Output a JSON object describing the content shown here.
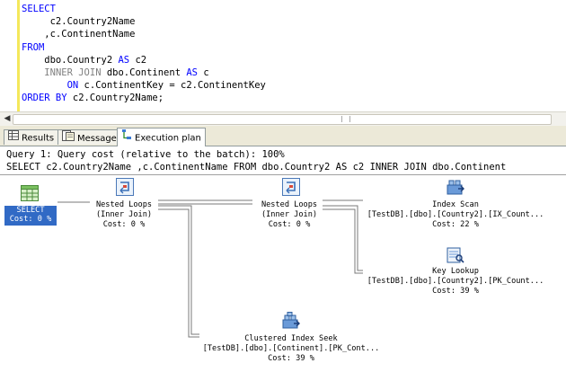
{
  "editor": {
    "lines": [
      [
        {
          "t": "SELECT",
          "c": "kw"
        }
      ],
      [
        {
          "t": "     c2.Country2Name",
          "c": ""
        }
      ],
      [
        {
          "t": "    ,c.ContinentName",
          "c": ""
        }
      ],
      [
        {
          "t": "FROM",
          "c": "kw"
        }
      ],
      [
        {
          "t": "    dbo.Country2 ",
          "c": ""
        },
        {
          "t": "AS",
          "c": "kw"
        },
        {
          "t": " c2",
          "c": ""
        }
      ],
      [
        {
          "t": "    ",
          "c": ""
        },
        {
          "t": "INNER JOIN",
          "c": "gray"
        },
        {
          "t": " dbo.Continent ",
          "c": ""
        },
        {
          "t": "AS",
          "c": "kw"
        },
        {
          "t": " c",
          "c": ""
        }
      ],
      [
        {
          "t": "        ",
          "c": ""
        },
        {
          "t": "ON",
          "c": "kw"
        },
        {
          "t": " c.ContinentKey = c2.ContinentKey",
          "c": ""
        }
      ],
      [
        {
          "t": "ORDER BY",
          "c": "kw"
        },
        {
          "t": " c2.Country2Name;",
          "c": ""
        }
      ]
    ]
  },
  "tabs": {
    "results": "Results",
    "messages": "Messages",
    "execution_plan": "Execution plan"
  },
  "plan": {
    "query_cost": "Query 1: Query cost (relative to the batch): 100%",
    "query_text": "SELECT c2.Country2Name ,c.ContinentName FROM dbo.Country2 AS c2 INNER JOIN dbo.Continent",
    "nodes": {
      "select": {
        "name": "SELECT",
        "cost": "Cost: 0 %"
      },
      "nested_loops_1": {
        "name": "Nested Loops",
        "detail": "(Inner Join)",
        "cost": "Cost: 0 %"
      },
      "nested_loops_2": {
        "name": "Nested Loops",
        "detail": "(Inner Join)",
        "cost": "Cost: 0 %"
      },
      "index_scan": {
        "name": "Index Scan",
        "detail": "[TestDB].[dbo].[Country2].[IX_Count...",
        "cost": "Cost: 22 %"
      },
      "key_lookup": {
        "name": "Key Lookup",
        "detail": "[TestDB].[dbo].[Country2].[PK_Count...",
        "cost": "Cost: 39 %"
      },
      "clustered_seek": {
        "name": "Clustered Index Seek",
        "detail": "[TestDB].[dbo].[Continent].[PK_Cont...",
        "cost": "Cost: 39 %"
      }
    }
  },
  "colors": {
    "keyword": "#0000ff",
    "gray_keyword": "#808080",
    "selection": "#316ac5",
    "change_bar": "#f4e85b"
  }
}
